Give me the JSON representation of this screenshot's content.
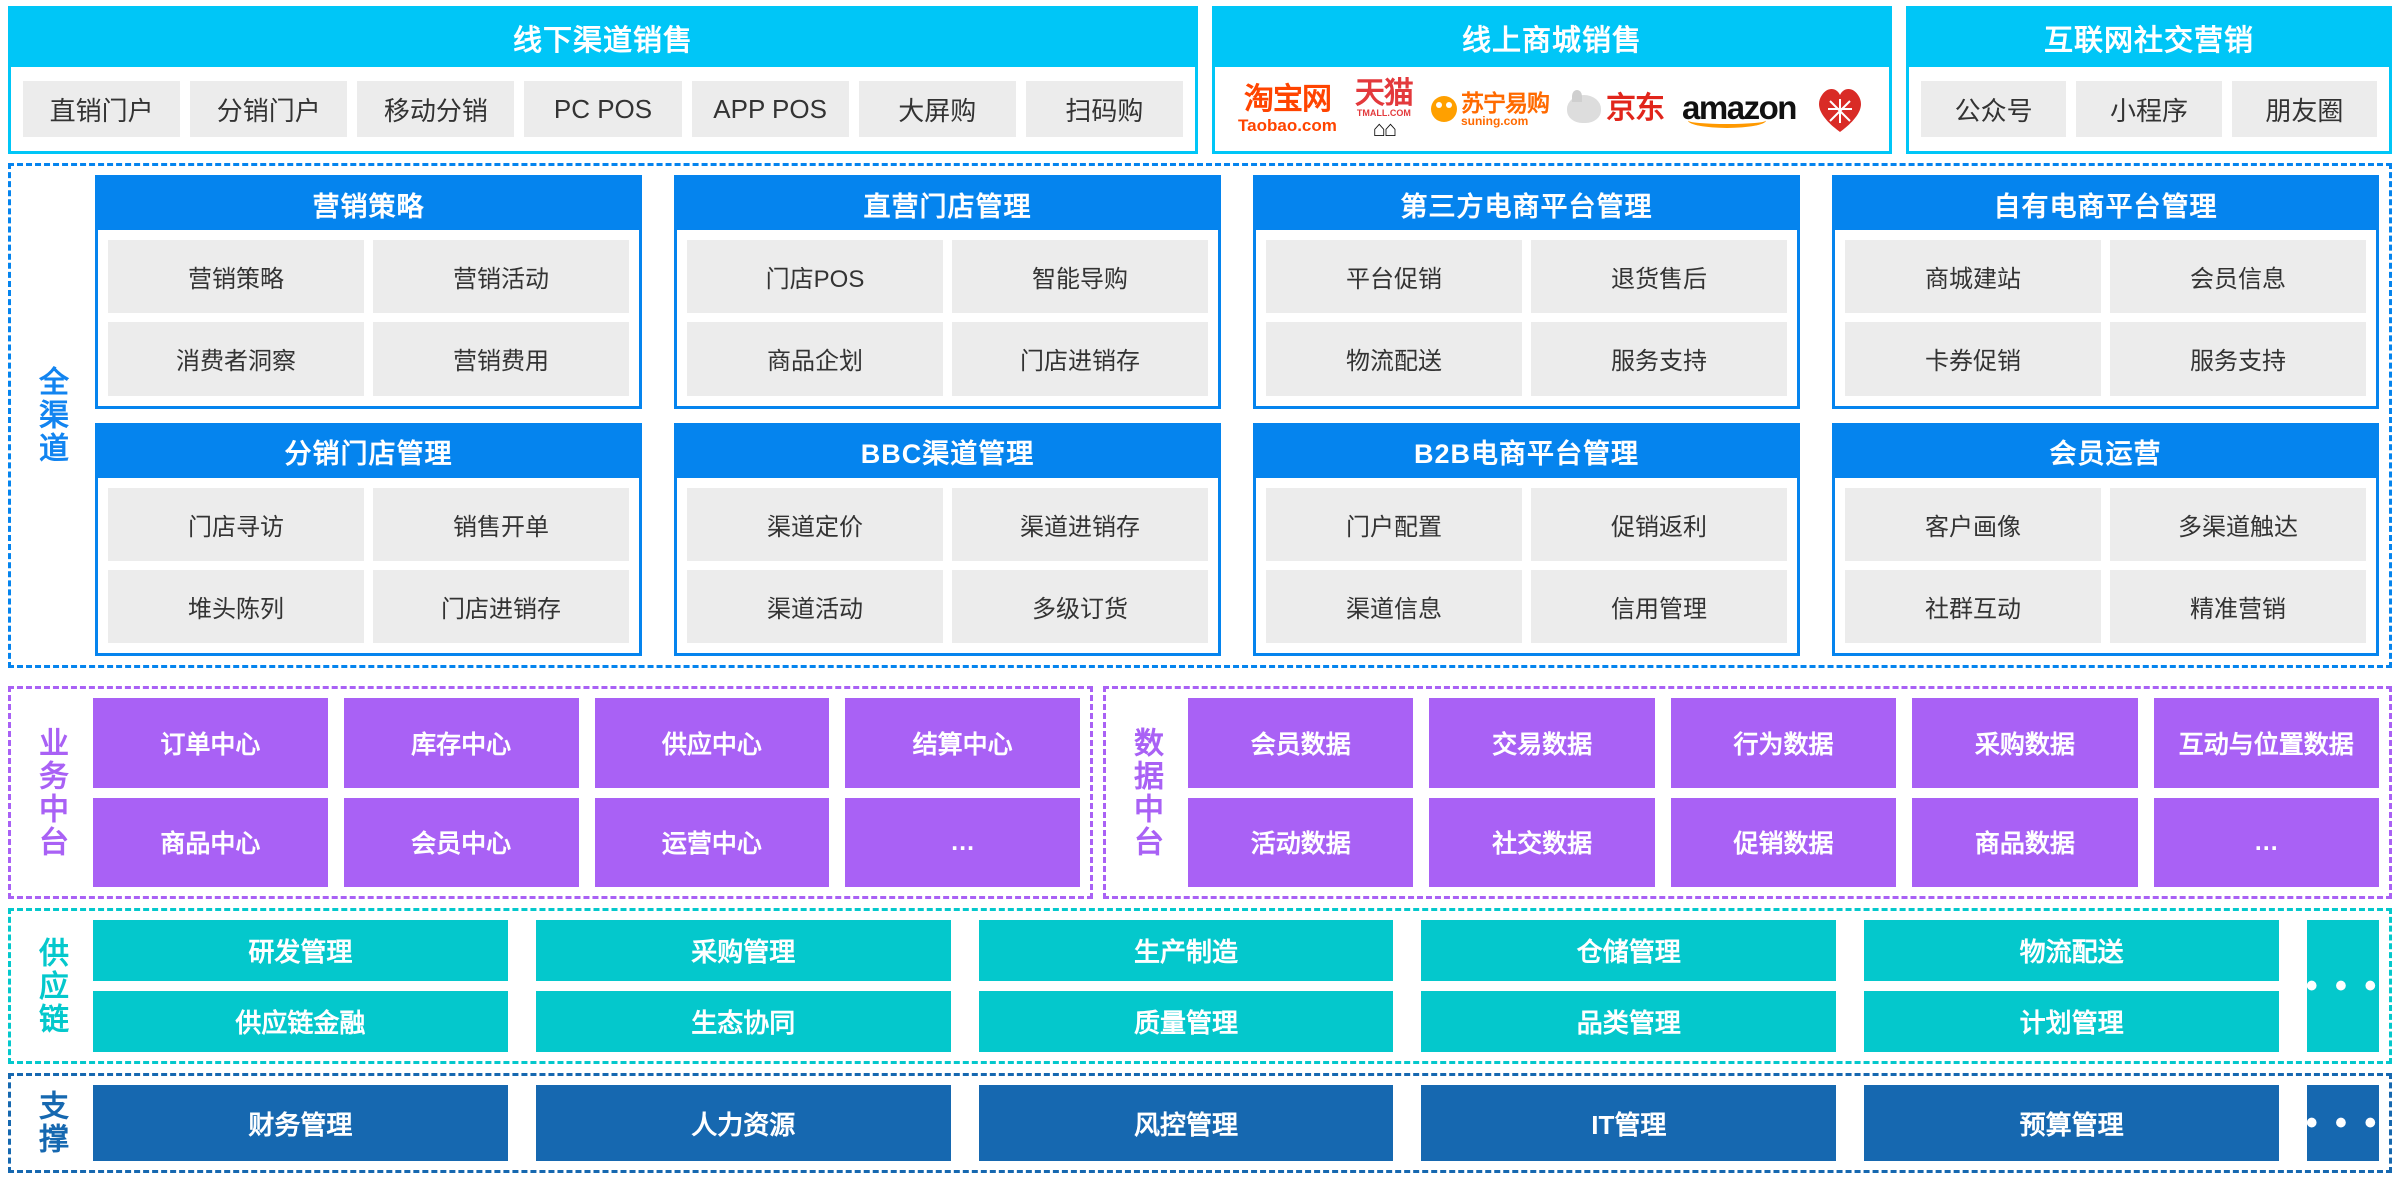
{
  "channels": [
    {
      "title": "线下渠道销售",
      "type": "chips",
      "items": [
        "直销门户",
        "分销门户",
        "移动分销",
        "PC POS",
        "APP POS",
        "大屏购",
        "扫码购"
      ]
    },
    {
      "title": "线上商城销售",
      "type": "logos",
      "logos": [
        {
          "name": "taobao-logo",
          "primary": "淘宝网",
          "secondary": "Taobao.com"
        },
        {
          "name": "tmall-logo",
          "primary": "天猫",
          "secondary": "TMALL.COM"
        },
        {
          "name": "suning-logo",
          "primary": "苏宁易购",
          "secondary": "suning.com"
        },
        {
          "name": "jd-logo",
          "primary": "京东",
          "secondary": ""
        },
        {
          "name": "amazon-logo",
          "primary": "amazon",
          "secondary": ""
        },
        {
          "name": "pinduoduo-logo",
          "primary": "拼",
          "secondary": ""
        }
      ]
    },
    {
      "title": "互联网社交营销",
      "type": "chips",
      "items": [
        "公众号",
        "小程序",
        "朋友圈"
      ]
    }
  ],
  "omnichannel": {
    "label": "全渠道",
    "row1": [
      {
        "title": "营销策略",
        "items": [
          "营销策略",
          "营销活动",
          "消费者洞察",
          "营销费用"
        ]
      },
      {
        "title": "直营门店管理",
        "items": [
          "门店POS",
          "智能导购",
          "商品企划",
          "门店进销存"
        ]
      },
      {
        "title": "第三方电商平台管理",
        "items": [
          "平台促销",
          "退货售后",
          "物流配送",
          "服务支持"
        ]
      },
      {
        "title": "自有电商平台管理",
        "items": [
          "商城建站",
          "会员信息",
          "卡券促销",
          "服务支持"
        ]
      }
    ],
    "row2": [
      {
        "title": "分销门店管理",
        "items": [
          "门店寻访",
          "销售开单",
          "堆头陈列",
          "门店进销存"
        ]
      },
      {
        "title": "BBC渠道管理",
        "items": [
          "渠道定价",
          "渠道进销存",
          "渠道活动",
          "多级订货"
        ]
      },
      {
        "title": "B2B电商平台管理",
        "items": [
          "门户配置",
          "促销返利",
          "渠道信息",
          "信用管理"
        ]
      },
      {
        "title": "会员运营",
        "items": [
          "客户画像",
          "多渠道触达",
          "社群互动",
          "精准营销"
        ]
      }
    ]
  },
  "business_middle": {
    "label": "业务中台",
    "items": [
      "订单中心",
      "库存中心",
      "供应中心",
      "结算中心",
      "商品中心",
      "会员中心",
      "运营中心",
      "…"
    ]
  },
  "data_middle": {
    "label": "数据中台",
    "items": [
      "会员数据",
      "交易数据",
      "行为数据",
      "采购数据",
      "互动与位置数据",
      "活动数据",
      "社交数据",
      "促销数据",
      "商品数据",
      "…"
    ]
  },
  "supply_chain": {
    "label": "供应链",
    "columns": [
      [
        "研发管理",
        "供应链金融"
      ],
      [
        "采购管理",
        "生态协同"
      ],
      [
        "生产制造",
        "质量管理"
      ],
      [
        "仓储管理",
        "品类管理"
      ],
      [
        "物流配送",
        "计划管理"
      ]
    ],
    "more": "• • •"
  },
  "support": {
    "label": "支撑",
    "items": [
      "财务管理",
      "人力资源",
      "风控管理",
      "IT管理",
      "预算管理"
    ],
    "more": "• • •"
  },
  "colors": {
    "cyan": "#00C6F7",
    "blue": "#0584EE",
    "purple": "#A961F5",
    "teal": "#04C8CC",
    "navy": "#1668B0",
    "chip_gray": "#ECECEC"
  }
}
